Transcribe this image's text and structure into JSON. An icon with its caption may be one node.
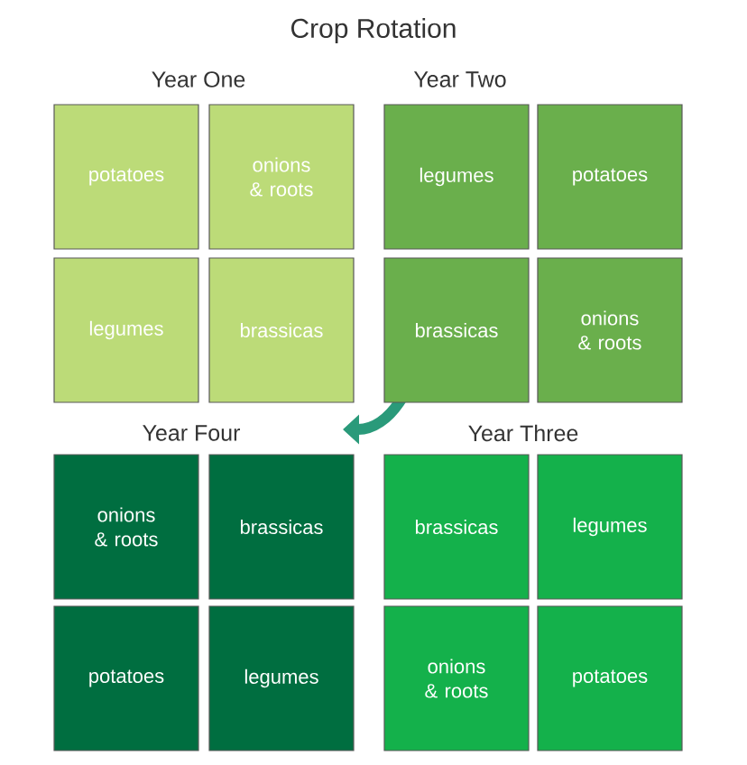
{
  "diagram": {
    "title": "Crop Rotation",
    "nodes": [
      {
        "text": [
          "potatoes"
        ]
      },
      {
        "text": [
          "onions & roots"
        ]
      },
      {
        "text": [
          "legumes"
        ]
      },
      {
        "text": [
          "potatoes"
        ]
      },
      {
        "text": [
          "legumes"
        ]
      },
      {
        "text": [
          "brassicas"
        ]
      },
      {
        "text": [
          "brassicas"
        ]
      },
      {
        "text": [
          "onions & roots"
        ]
      },
      {
        "text": [
          "onions & roots"
        ]
      },
      {
        "text": [
          "brassicas"
        ]
      },
      {
        "text": [
          "brassicas"
        ]
      },
      {
        "text": [
          "legumes"
        ]
      },
      {
        "text": [
          "potatoes"
        ]
      },
      {
        "text": [
          "legumes"
        ]
      },
      {
        "text": [
          "onions & roots"
        ]
      },
      {
        "text": [
          "potatoes"
        ]
      }
    ],
    "labels": [
      "Year One",
      "Year Two",
      "Year Four",
      "Year Three"
    ]
  }
}
